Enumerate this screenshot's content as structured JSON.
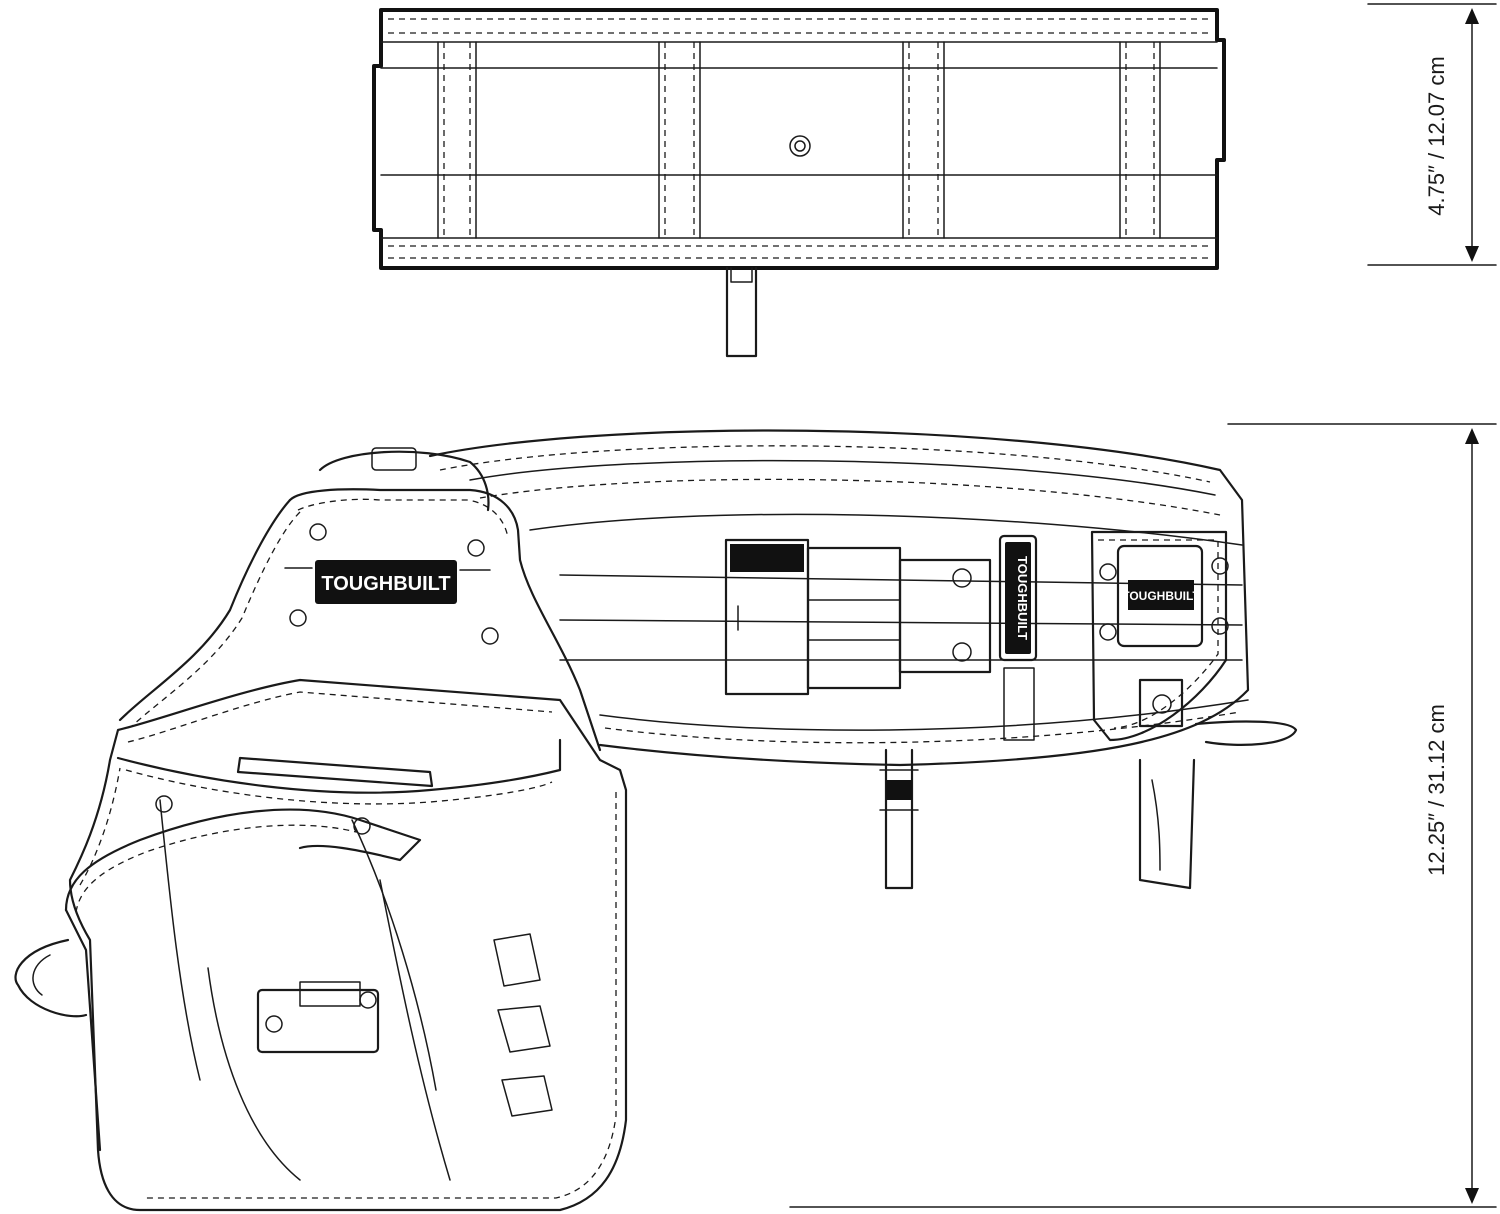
{
  "diagram": {
    "brand_text": "TOUGHBUILT",
    "dimensions": {
      "belt_height": "4.75″  /  12.07 cm",
      "overall_height": "12.25″  /  31.12 cm"
    },
    "colors": {
      "ink": "#1a1a1a",
      "background": "#ffffff"
    }
  }
}
